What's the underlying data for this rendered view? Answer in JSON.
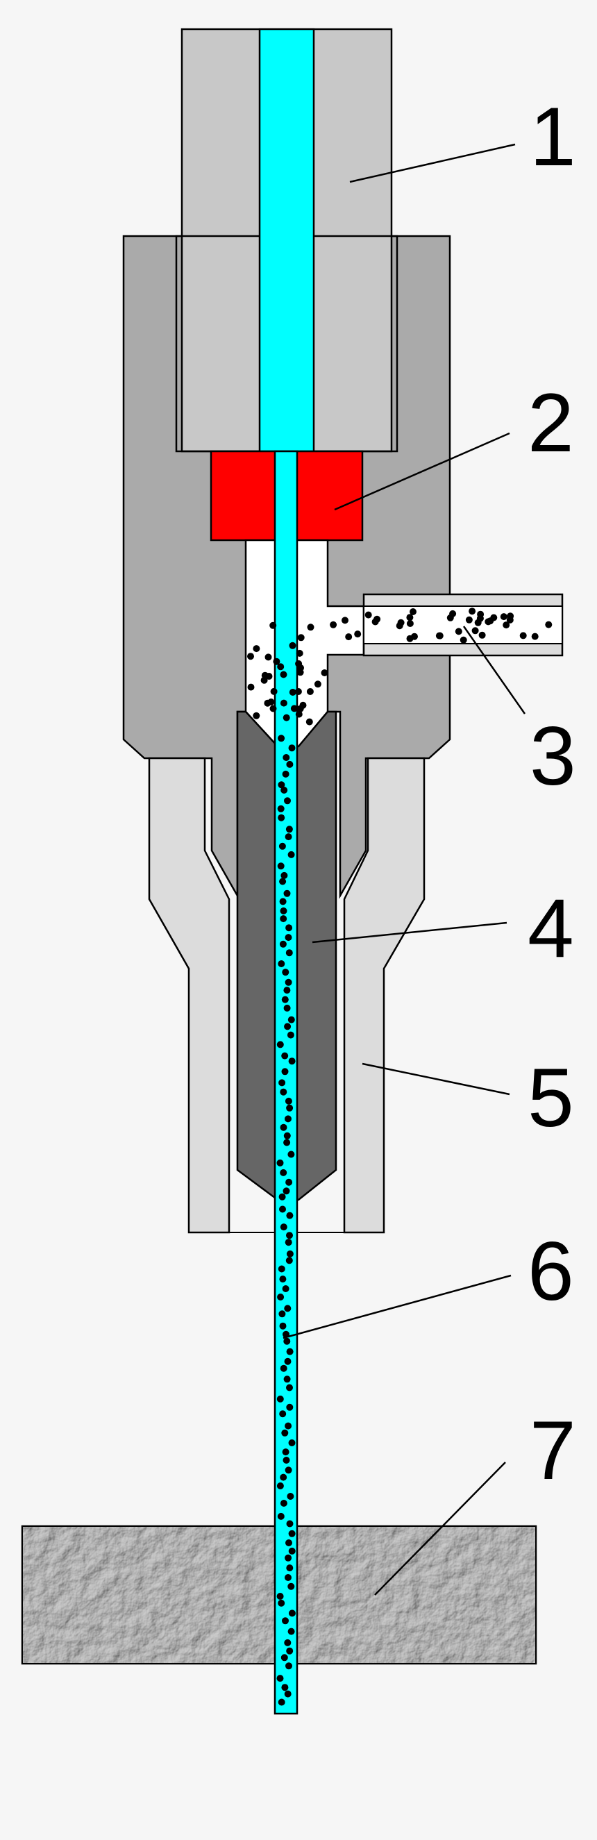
{
  "callouts": [
    {
      "id": "1",
      "label": "1"
    },
    {
      "id": "2",
      "label": "2"
    },
    {
      "id": "3",
      "label": "3"
    },
    {
      "id": "4",
      "label": "4"
    },
    {
      "id": "5",
      "label": "5"
    },
    {
      "id": "6",
      "label": "6"
    },
    {
      "id": "7",
      "label": "7"
    }
  ],
  "colors": {
    "background": "#f6f6f6",
    "housing": "#c8c8c8",
    "body": "#aaaaaa",
    "outer_nozzle": "#dcdcdc",
    "focusing_tube": "#666666",
    "water": "#00ffff",
    "orifice": "#ff0000",
    "abrasive_inlet": "#dcdcdc",
    "abrasive": "#000000",
    "workpiece": "#8a8a8a"
  }
}
